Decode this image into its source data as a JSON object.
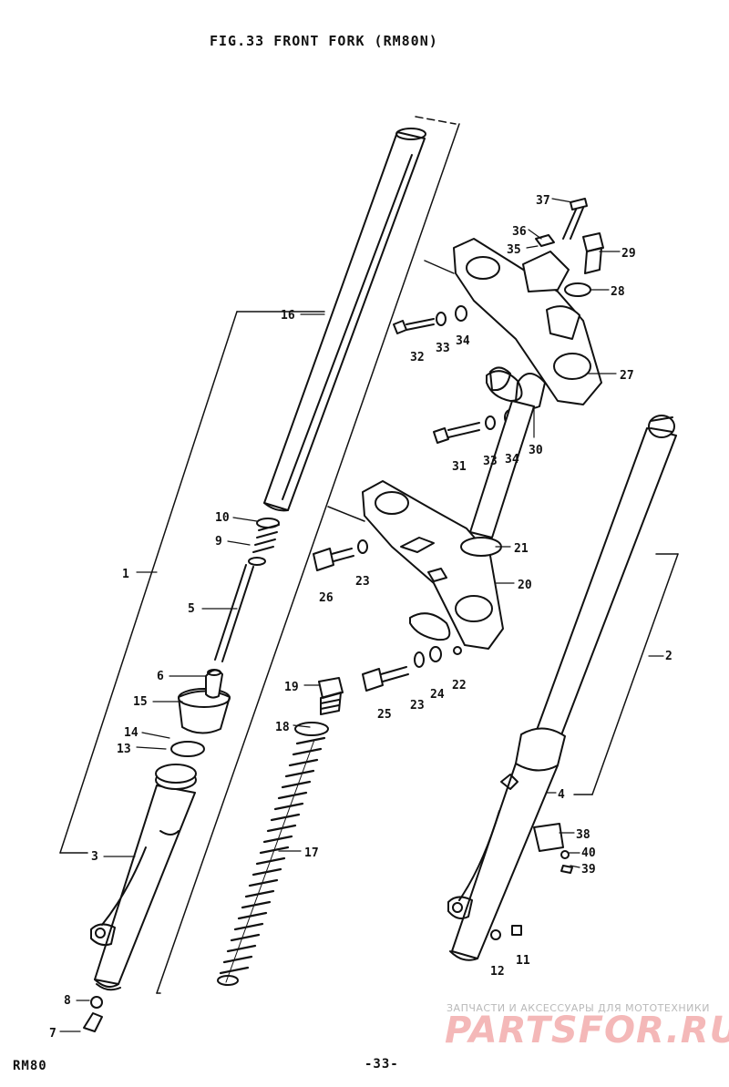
{
  "header": {
    "title": "FIG.33  FRONT FORK (RM80N)",
    "model": "RM80",
    "page_number": "-33-"
  },
  "watermark": {
    "subtitle": "ЗАПЧАСТИ И АКСЕССУАРЫ ДЛЯ МОТОТЕХНИКИ",
    "logo": "PARTSFOR.RU",
    "logo_color": "#f4b8b8"
  },
  "parts": [
    {
      "id": "p37",
      "label": "37"
    },
    {
      "id": "p36",
      "label": "36"
    },
    {
      "id": "p35",
      "label": "35"
    },
    {
      "id": "p29",
      "label": "29"
    },
    {
      "id": "p28",
      "label": "28"
    },
    {
      "id": "p16",
      "label": "16"
    },
    {
      "id": "p32",
      "label": "32"
    },
    {
      "id": "p33a",
      "label": "33"
    },
    {
      "id": "p34a",
      "label": "34"
    },
    {
      "id": "p27",
      "label": "27"
    },
    {
      "id": "p31",
      "label": "31"
    },
    {
      "id": "p33b",
      "label": "33"
    },
    {
      "id": "p34b",
      "label": "34"
    },
    {
      "id": "p30",
      "label": "30"
    },
    {
      "id": "p10",
      "label": "10"
    },
    {
      "id": "p9",
      "label": "9"
    },
    {
      "id": "p1",
      "label": "1"
    },
    {
      "id": "p21",
      "label": "21"
    },
    {
      "id": "p26",
      "label": "26"
    },
    {
      "id": "p23a",
      "label": "23"
    },
    {
      "id": "p20",
      "label": "20"
    },
    {
      "id": "p5",
      "label": "5"
    },
    {
      "id": "p2",
      "label": "2"
    },
    {
      "id": "p6",
      "label": "6"
    },
    {
      "id": "p25",
      "label": "25"
    },
    {
      "id": "p23b",
      "label": "23"
    },
    {
      "id": "p24",
      "label": "24"
    },
    {
      "id": "p22",
      "label": "22"
    },
    {
      "id": "p15",
      "label": "15"
    },
    {
      "id": "p19",
      "label": "19"
    },
    {
      "id": "p18",
      "label": "18"
    },
    {
      "id": "p14",
      "label": "14"
    },
    {
      "id": "p13",
      "label": "13"
    },
    {
      "id": "p4",
      "label": "4"
    },
    {
      "id": "p38",
      "label": "38"
    },
    {
      "id": "p40",
      "label": "40"
    },
    {
      "id": "p39",
      "label": "39"
    },
    {
      "id": "p3",
      "label": "3"
    },
    {
      "id": "p17",
      "label": "17"
    },
    {
      "id": "p12",
      "label": "12"
    },
    {
      "id": "p11",
      "label": "11"
    },
    {
      "id": "p8",
      "label": "8"
    },
    {
      "id": "p7",
      "label": "7"
    }
  ]
}
